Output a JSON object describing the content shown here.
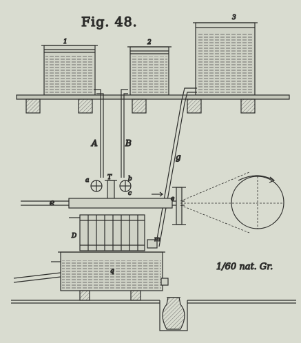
{
  "figure": {
    "title": "Fig. 48.",
    "scale": "1/60 nat. Gr.",
    "ink_color": "#2c2c2a",
    "paper_color": "#d9dcd0",
    "labels": {
      "tank1": "1",
      "tank2": "2",
      "tank3": "3",
      "pipe_a": "A",
      "pipe_b": "B",
      "pipe_g": "g",
      "valve_a": "a",
      "valve_b": "b",
      "t": "T",
      "c": "c",
      "e": "e",
      "e2": "e",
      "d": "D",
      "m": "m",
      "q": "q"
    }
  }
}
